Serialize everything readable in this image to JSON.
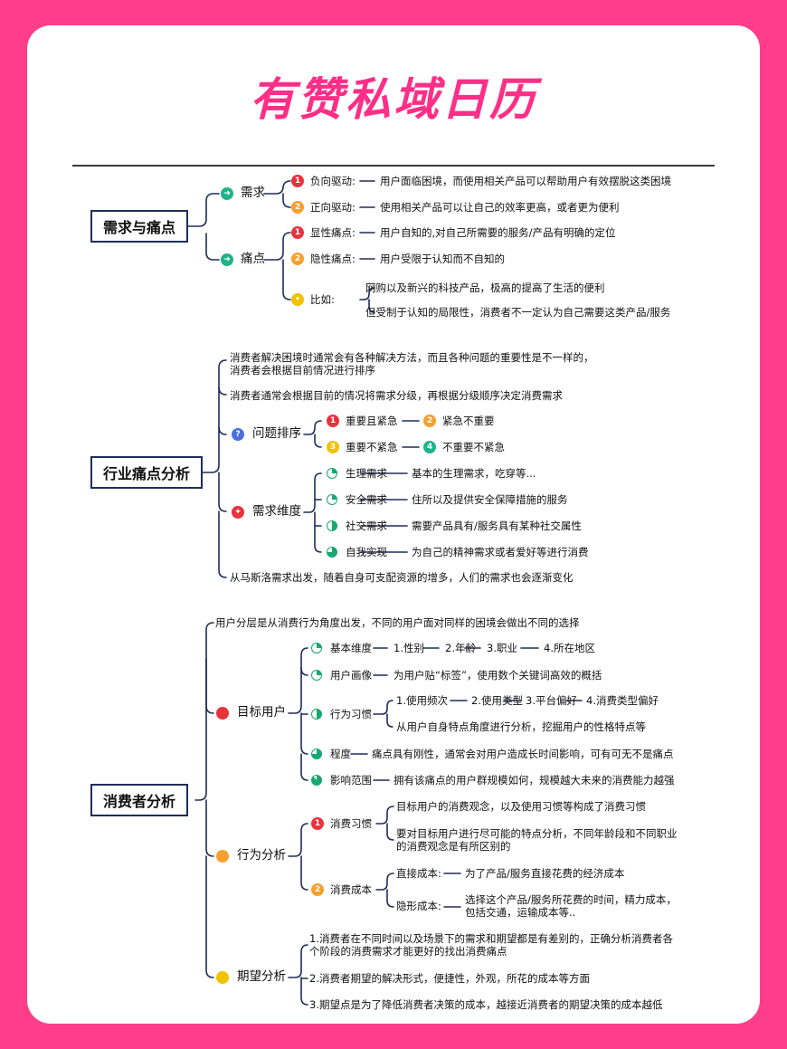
{
  "title": "有赞私域日历",
  "colors": {
    "accent": "#ff2e87",
    "frame": "#ff3d8a",
    "line": "#1f2d5a"
  },
  "s1": {
    "root": "需求与痛点",
    "need": {
      "label": "需求",
      "icon": "runner-icon",
      "items": [
        {
          "label": "负向驱动:",
          "text": "用户面临困境，而使用相关产品可以帮助用户有效摆脱这类困境"
        },
        {
          "label": "正向驱动:",
          "text": "使用相关产品可以让自己的效率更高，或者更为便利"
        }
      ]
    },
    "pain": {
      "label": "痛点",
      "icon": "runner-icon",
      "items": [
        {
          "label": "显性痛点:",
          "text": "用户自知的,对自己所需要的服务/产品有明确的定位"
        },
        {
          "label": "隐性痛点:",
          "text": "用户受限于认知而不自知的"
        }
      ],
      "example": {
        "label": "比如:",
        "icon": "lightbulb-icon",
        "lines": [
          "网购以及新兴的科技产品，极高的提高了生活的便利",
          "但受制于认知的局限性，消费者不一定认为自己需要这类产品/服务"
        ]
      }
    }
  },
  "s2": {
    "root": "行业痛点分析",
    "p1a": "消费者解决困境时通常会有各种解决方法，而且各种问题的重要性是不一样的，",
    "p1b": "消费者会根据目前情况进行排序",
    "p2": "消费者通常会根据目前的情况将需求分级，再根据分级顺序决定消费需求",
    "sort": {
      "label": "问题排序",
      "icon": "question-icon",
      "items": [
        "重要且紧急",
        "紧急不重要",
        "重要不紧急",
        "不重要不紧急"
      ],
      "nums": [
        "1",
        "2",
        "3",
        "4"
      ]
    },
    "dim": {
      "label": "需求维度",
      "icon": "pin-icon",
      "items": [
        {
          "label": "生理需求",
          "text": "基本的生理需求，吃穿等..."
        },
        {
          "label": "安全需求",
          "text": "住所以及提供安全保障措施的服务"
        },
        {
          "label": "社交需求",
          "text": "需要产品具有/服务具有某种社交属性"
        },
        {
          "label": "自我实现",
          "text": "为自己的精神需求或者爱好等进行消费"
        }
      ]
    },
    "p3": "从马斯洛需求出发，随着自身可支配资源的增多，人们的需求也会逐渐变化"
  },
  "s3": {
    "root": "消费者分析",
    "p0": "用户分层是从消费行为角度出发，不同的用户面对同样的困境会做出不同的选择",
    "target": {
      "label": "目标用户",
      "basic": {
        "label": "基本维度",
        "items": [
          "1.性别",
          "2.年龄",
          "3.职业",
          "4.所在地区"
        ]
      },
      "portrait": {
        "label": "用户画像",
        "text": "为用户贴“标签”，使用数个关键词高效的概括"
      },
      "habit": {
        "label": "行为习惯",
        "items": [
          "1.使用频次",
          "2.使用类型",
          "3.平台偏好",
          "4.消费类型偏好"
        ],
        "text": "从用户自身特点角度进行分析，挖掘用户的性格特点等"
      },
      "degree": {
        "label": "程度",
        "text": "痛点具有刚性，通常会对用户造成长时间影响，可有可无不是痛点"
      },
      "scope": {
        "label": "影响范围",
        "text": "拥有该痛点的用户群规模如何，规模越大未来的消费能力越强"
      }
    },
    "behavior": {
      "label": "行为分析",
      "habit": {
        "label": "消费习惯",
        "num": "1",
        "t1": "目标用户的消费观念，以及使用习惯等构成了消费习惯",
        "t2a": "要对目标用户进行尽可能的特点分析，不同年龄段和不同职业",
        "t2b": "的消费观念是有所区别的"
      },
      "cost": {
        "label": "消费成本",
        "num": "2",
        "direct": {
          "label": "直接成本:",
          "text": "为了产品/服务直接花费的经济成本"
        },
        "hidden": {
          "label": "隐形成本:",
          "a": "选择这个产品/服务所花费的时间，精力成本，",
          "b": "包括交通，运输成本等.."
        }
      }
    },
    "expect": {
      "label": "期望分析",
      "e1a": "1.消费者在不同时间以及场景下的需求和期望都是有差别的，正确分析消费者各",
      "e1b": "个阶段的消费需求才能更好的找出消费痛点",
      "e2": "2.消费者期望的解决形式，便捷性，外观，所花的成本等方面",
      "e3": "3.期望点是为了降低消费者决策的成本，越接近消费者的期望决策的成本越低"
    }
  }
}
